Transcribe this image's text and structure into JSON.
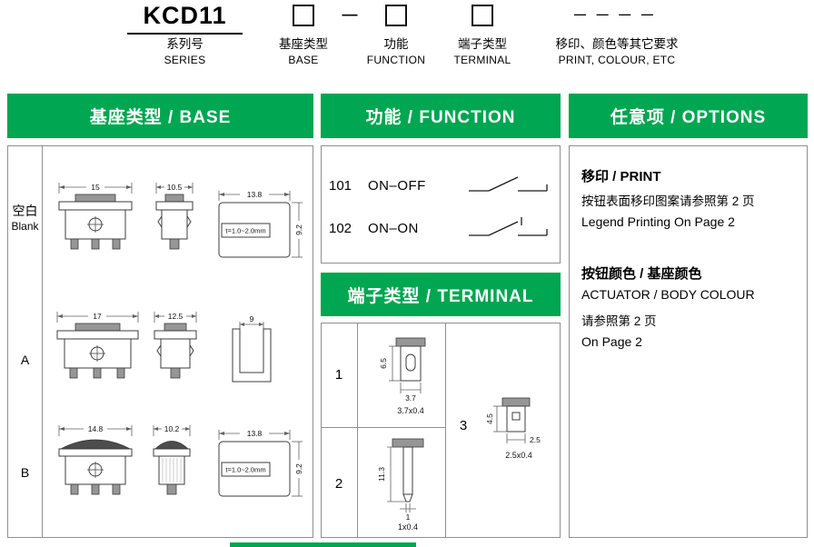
{
  "order_code": {
    "model": "KCD11",
    "separator": "—",
    "options_dashes": "— — — —",
    "series": {
      "cn": "系列号",
      "en": "SERIES"
    },
    "base": {
      "cn": "基座类型",
      "en": "BASE"
    },
    "function": {
      "cn": "功能",
      "en": "FUNCTION"
    },
    "terminal": {
      "cn": "端子类型",
      "en": "TERMINAL"
    },
    "options": {
      "cn": "移印、颜色等其它要求",
      "en": "PRINT, COLOUR, ETC"
    }
  },
  "sections": {
    "base_header": "基座类型 / BASE",
    "function_header": "功能 / FUNCTION",
    "options_header": "任意项 / OPTIONS",
    "terminal_header": "端子类型 / TERMINAL"
  },
  "base": {
    "rows": [
      {
        "label_cn": "空白",
        "label_en": "Blank",
        "front_width": "15",
        "side_width": "10.5",
        "cutout_width": "13.8",
        "thickness": "t=1.0~2.0mm",
        "cutout_height": "9.2"
      },
      {
        "label_cn": "A",
        "front_width": "17",
        "side_width": "12.5",
        "cover_width": "9"
      },
      {
        "label_cn": "B",
        "front_width": "14.8",
        "side_width": "10.2",
        "cutout_width": "13.8",
        "thickness": "t=1.0~2.0mm",
        "cutout_height": "9.2"
      }
    ]
  },
  "functions": {
    "rows": [
      {
        "code": "101",
        "name": "ON–OFF"
      },
      {
        "code": "102",
        "name": "ON–ON"
      }
    ]
  },
  "terminals": {
    "items": [
      {
        "num": "1",
        "height": "6.5",
        "width": "3.7",
        "spec": "3.7x0.4"
      },
      {
        "num": "2",
        "height": "11.3",
        "width": "1",
        "spec": "1x0.4"
      },
      {
        "num": "3",
        "height": "4.5",
        "width": "2.5",
        "spec": "2.5x0.4"
      }
    ]
  },
  "options": {
    "print_title": "移印 / PRINT",
    "print_cn": "按钮表面移印图案请参照第 2 页",
    "print_en": "Legend Printing On Page 2",
    "colour_title": "按钮颜色 / 基座颜色",
    "colour_en": "ACTUATOR / BODY COLOUR",
    "colour_cn": "请参照第 2 页",
    "colour_page": "On Page 2"
  },
  "colors": {
    "green": "#00A651"
  }
}
